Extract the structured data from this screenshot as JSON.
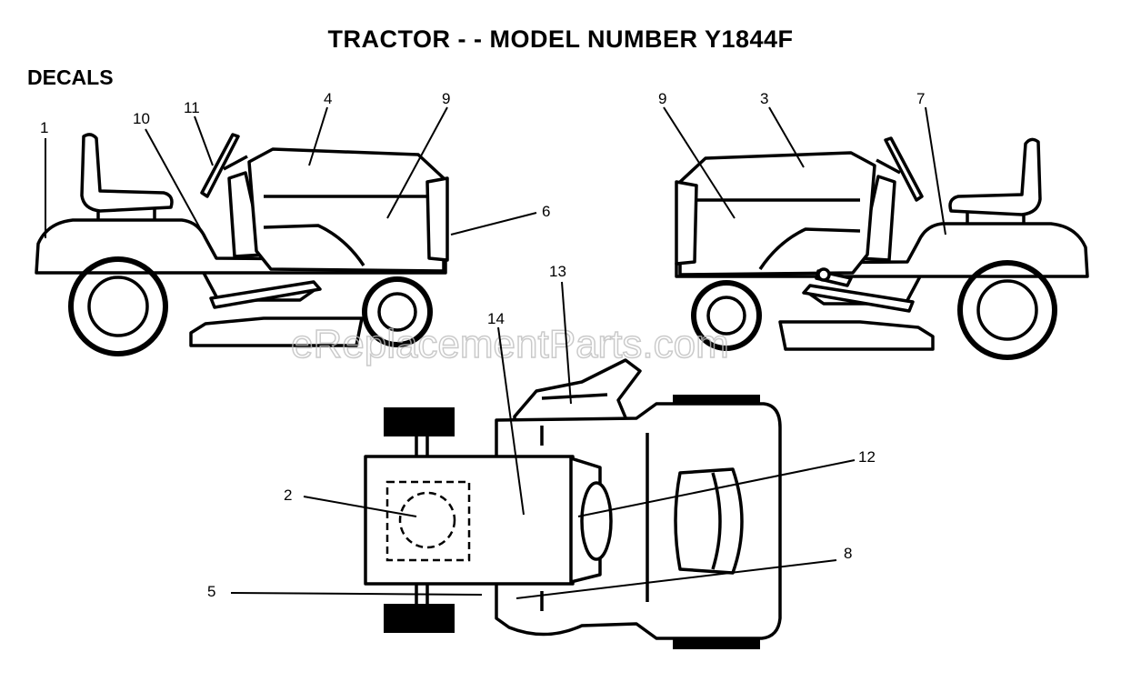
{
  "page": {
    "title": "TRACTOR - - MODEL NUMBER Y1844F",
    "section": "DECALS",
    "watermark": "eReplacementParts.com"
  },
  "callouts": {
    "c1": "1",
    "c10": "10",
    "c11": "11",
    "c4": "4",
    "c9a": "9",
    "c6": "6",
    "c9b": "9",
    "c3": "3",
    "c7": "7",
    "c13": "13",
    "c14": "14",
    "c12": "12",
    "c2": "2",
    "c8": "8",
    "c5": "5"
  },
  "colors": {
    "ink": "#000000",
    "paper": "#ffffff",
    "watermark": "#bdbdbd"
  }
}
